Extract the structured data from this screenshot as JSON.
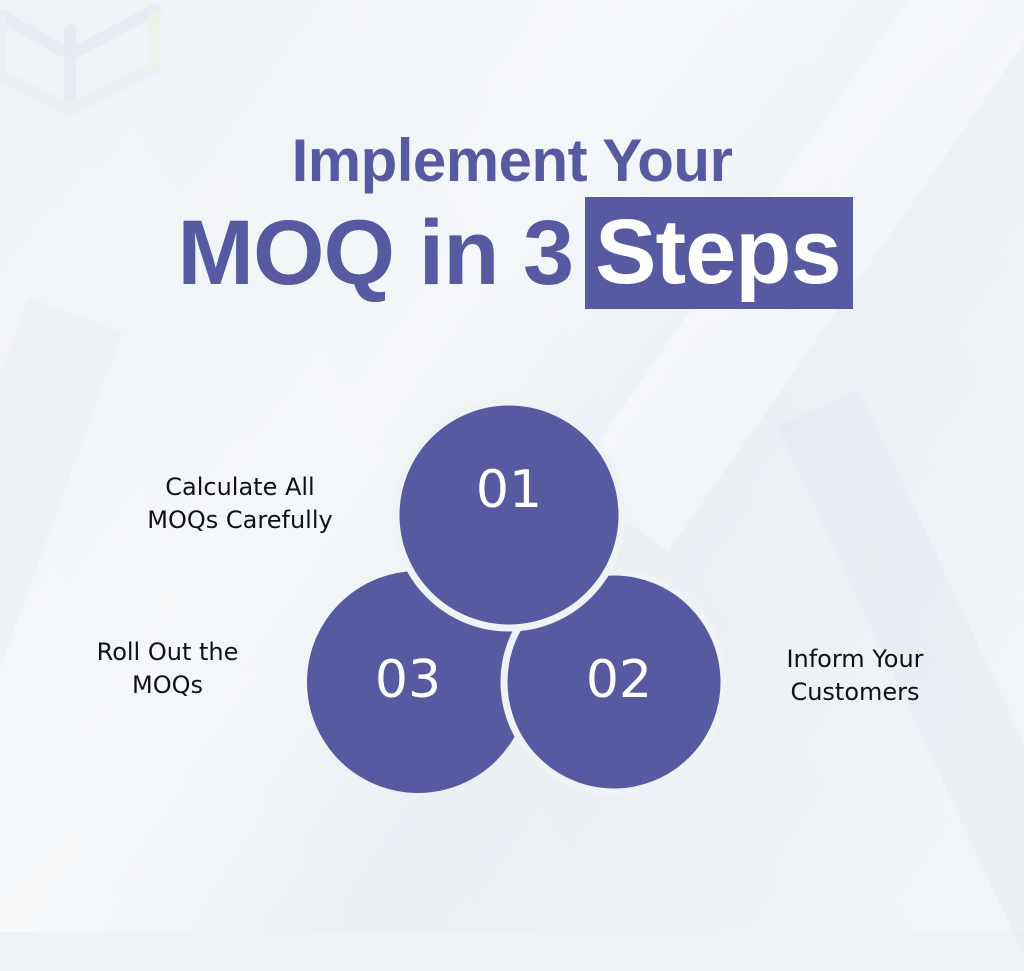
{
  "title": {
    "line1": "Implement Your",
    "line2_plain": "MOQ in 3",
    "line2_highlight": "Steps"
  },
  "steps": [
    {
      "number": "01",
      "label_line1": "Calculate All",
      "label_line2": "MOQs Carefully"
    },
    {
      "number": "02",
      "label_line1": "Inform Your",
      "label_line2": "Customers"
    },
    {
      "number": "03",
      "label_line1": "Roll Out the",
      "label_line2": "MOQs"
    }
  ],
  "background_logo": "cube-logo-icon",
  "colors": {
    "accent": "#575aa0",
    "background": "#eff3f6",
    "number_text": "#ffffff",
    "label_text": "#111111"
  }
}
